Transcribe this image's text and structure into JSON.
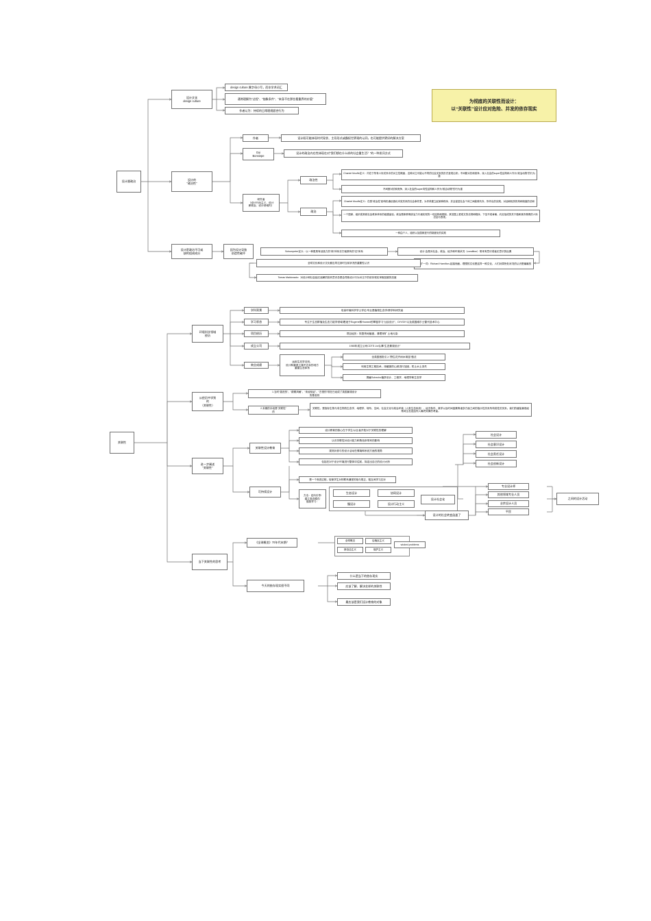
{
  "document": {
    "title": "为彻底的关联性而设计 思维导图",
    "note": {
      "line1": "为彻底的关联性而设计：",
      "line2": "以“关联性”设计应对危险、并发的依存现实",
      "color": "#f7f2a8"
    }
  },
  "map1": {
    "root": "设计跟政治",
    "b1": {
      "label": "设计文化\ndesign culture",
      "items": [
        "design culture 属字母小写，而非学术词汇",
        "通常理解为“过程”、“抽象条件”、“本身不在那些看重界的价值”",
        "作者认为：持续的日常理规超合行为"
      ]
    },
    "b2": {
      "label": "设计的\n“政治性”",
      "author_label": "作者",
      "author_text": "设计既可能体现时代现状、主导形式或霸权世界观的认同，也可能提供更好的解决方案",
      "gui_label": "Gui\nBonsiepe",
      "gui_text": "设计的政治内在性体现在对“我们想在什么样的社会重生活？”的一种发问方式",
      "researcher_label": "研究者\n（设计行动主义、设计\n即政治、设计领域内）",
      "sub1_label": "政治性",
      "sub1_items": [
        "Chantel Mouffe定义：内在于所有人际关系中的对立性概面，这种对立可能以不同的社会关系的形式呈现出来；不间断对抗和竞争，深入社会的super性结构和人作为“政治动物”的行为重",
        "不间断对抗和竞争，深入社会的super向性结构和人作为“政治动物”的行为重"
      ],
      "sub2_label": "政治",
      "sub2_items": [
        "Chantel Mouffe定义：在受“政治性”影响形通创造化冲突关系的社会事件里，为寻求建立起某种秩序，并且促进社会个体之间能够共存，所作出的实践、对话和相关机构和制度的总和",
        "一个国家、组织或其政社会秩序体系的组建途径。政治是新秩明统治力行诸实现的一切结构和规制，其范围上更成文的法规和程序，下至不成肯喻、约定俗成的关于做和某件像周的人际忍结与表现。",
        "一种由个人、组织以及国家进行的制度化的实践"
      ]
    },
    "b3": {
      "label": "设计是政治不可或\n缺的组成成分",
      "mid": "因为设计导致\n创造性破坏",
      "items": [
        "Schumpeter定义：以一种更具有创造力的“新”体系去打破原有的“旧”体系",
        "设计 会是对社会、政治、经济和环境状况（condition）带来有意识或者无意识的后果",
        "“状况”一词：Richard Hamilton-延接而面，理想的文化是这样一种文化，人们对周所处状况的认识是最最的",
        "全球文化和设计文化都应导达到时当前状况的重要性认识",
        "Tomas Maldonado：对设计和社会缺乏迷解的批判意识总是会导致设计行为对当下的依存现实采取回避的态度"
      ]
    }
  },
  "map2": {
    "root": "关联性",
    "env": {
      "label": "环境科学领域\n经历",
      "rows": [
        {
          "tag": "学科背景",
          "text": "攻读环境科学学士学位/专业是植物生态学/跨学科研究者"
        },
        {
          "tag": "学习状态",
          "text": "专注于生态群落及生态力能学领域/着迷于Eugene和Howard的翠菇学习“公民设计”、DIY/DIY以及英国威尔士替代技术中心"
        },
        {
          "tag": "项目经历",
          "text": "项目经历：恢复荒地植被，清理采矿 土地污染"
        },
        {
          "tag": "成立公司",
          "text": "1980年成立公司CDTS Ltd认事“生态景观设计”"
        }
      ],
      "biz_tag": "商业成绩",
      "biz_mid": "运用生态学法则，\n设计和重造土壤不达标的地方\n重建生态体系",
      "biz_items": [
        "全英国首批引入“野生花卉树木育苗”做法",
        "利用生物工程技术，用缓披的山坡进行加固，防止水土流失",
        "携雇Schecho植拼设计、工程学、地理学和生态学"
      ]
    },
    "learn": {
      "label": "从经历中学到\n的\n（关联性）",
      "item1": "1.当时“激进的”、“颠覆风格”、“未经验证”、“古怪的”现在已经成了英国景观设计\n的基准则",
      "item2_tag": "2.末期的手段是“关联性”\n的",
      "item2_text": "关联性，是指存生物与非生物的生态学、地理学、场所、空间、社会文化与政治环境（人类生态系统）、经济条件、美学以及时间因素等诸多方面之间的指示性关系所构成性的关系。我们的缓接景观经常将生态连结列入最终效果的考量。"
    },
    "elab": {
      "label": "进一步阐述\n“关联性”",
      "edu_label": "关联性设计教育",
      "edu_items": [
        "设计教育的核心在于学生/从业者开拓对于关联性的理解",
        "认识关联性对设计能力和角色所带来的影响",
        "观测对参与的设计活动在情境和系统方面的视角",
        "包括在对于设计环境进行整体评估前，拟定出自己的设计大桥"
      ],
      "sus_label": "可持续设计",
      "sus_item1": "是一个渐进过程，促使学生对别联系通堂的吸与规正，粗互间学习应对",
      "sus_method": "方法：定向引导/\n建立观念模式/\n鼓励学习：",
      "sus_grid": [
        "生态设计",
        "协同设计",
        "慢设计",
        "设计行动主义"
      ],
      "socialize": "设计社会化",
      "social_items": [
        "社会设计",
        "社会意识设计",
        "社会责任设计",
        "社会创新设计"
      ],
      "transform": "设计的社会转变函盖了",
      "actors": [
        "专业设计师",
        "其他领域专业人员",
        "业余设计人员",
        "平民"
      ],
      "between": "之间的设计活动"
    },
    "today": {
      "label": "当下关联性的思考",
      "wec_label": "《全球概览》70年代末期？",
      "wec_items": [
        "全球概见",
        "后殖民主义",
        "新自由主义",
        "保护主义",
        "wicked problems"
      ],
      "diff_label": "今天的依存现实很不同",
      "diff_items": [
        "什么是当下的依存现实",
        "应该了解、解决艺样的关联性",
        "最应该是我们设计教育的对象"
      ]
    }
  }
}
